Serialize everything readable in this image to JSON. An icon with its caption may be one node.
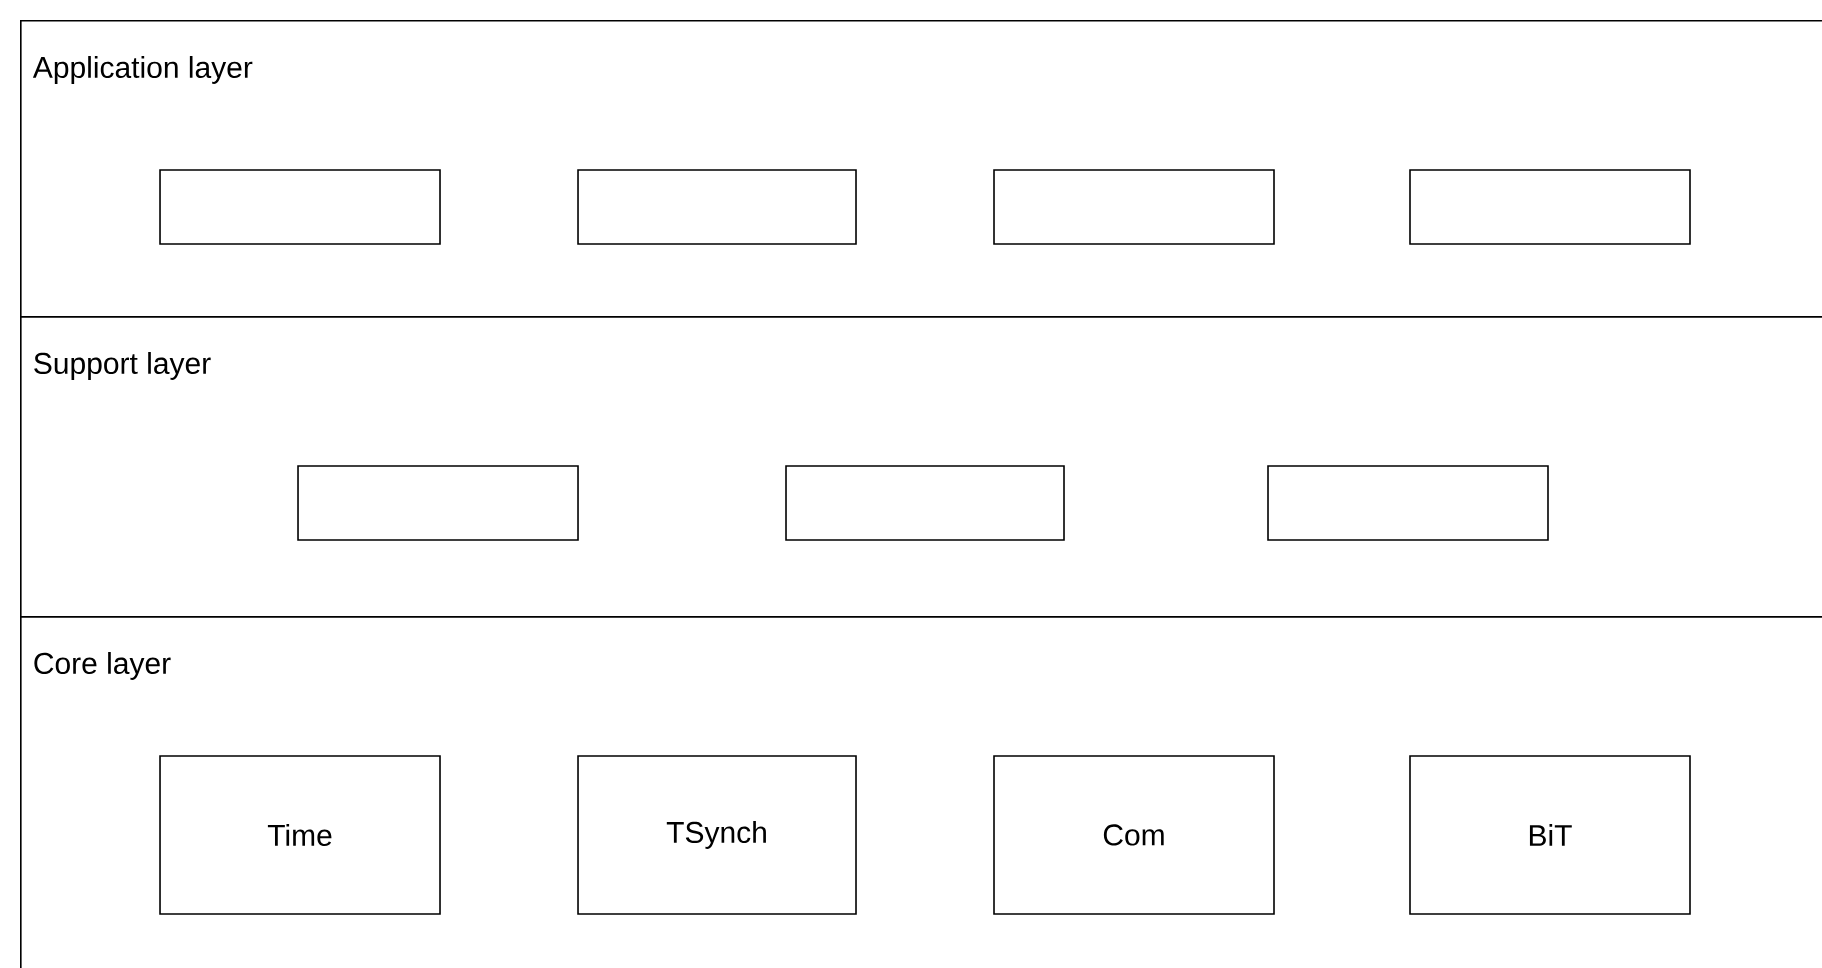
{
  "diagram": {
    "nodes": [
      {
        "text": [
          "Application layer"
        ]
      },
      {
        "text": [],
        "shape": "box",
        "in": 0
      },
      {
        "text": [],
        "shape": "box",
        "in": 0
      },
      {
        "text": [],
        "shape": "box",
        "in": 0
      },
      {
        "text": [],
        "shape": "box",
        "in": 0
      },
      {
        "text": [
          "Support layer"
        ]
      },
      {
        "text": [],
        "shape": "box",
        "in": 5
      },
      {
        "text": [],
        "shape": "box",
        "in": 5
      },
      {
        "text": [],
        "shape": "box",
        "in": 5
      },
      {
        "text": [
          "Core layer"
        ]
      },
      {
        "text": [
          "Time"
        ],
        "in": 9
      },
      {
        "text": [
          "TSynch"
        ],
        "in": 9
      },
      {
        "text": [
          "Com"
        ],
        "in": 9
      },
      {
        "text": [
          "BiT"
        ],
        "in": 9
      }
    ]
  }
}
